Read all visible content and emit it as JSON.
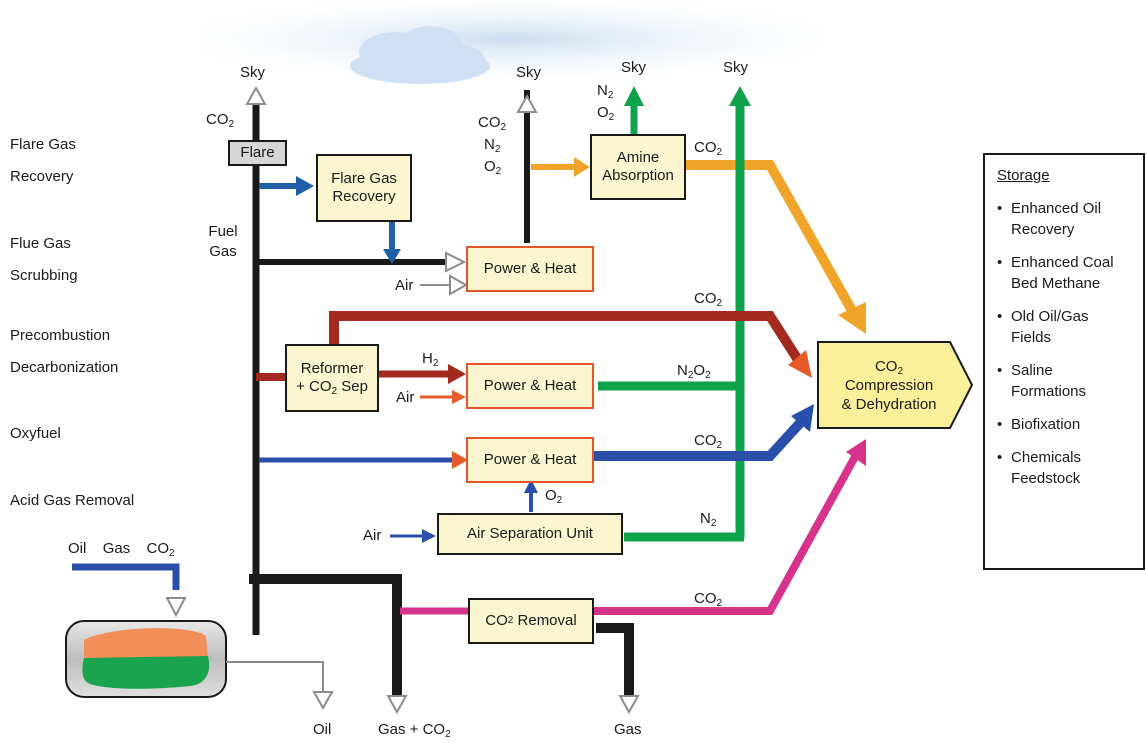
{
  "categories": [
    "Flare Gas Recovery",
    "Flue Gas Scrubbing",
    "Precombustion Decarbonization",
    "Oxyfuel",
    "Acid Gas Removal"
  ],
  "category_lines": [
    [
      "Flare Gas",
      "Recovery"
    ],
    [
      "Flue Gas",
      "Scrubbing"
    ],
    [
      "Precombustion",
      "Decarbonization"
    ],
    [
      "Oxyfuel"
    ],
    [
      "Acid Gas Removal"
    ]
  ],
  "sky": {
    "label": "Sky"
  },
  "flare": {
    "box": "Flare",
    "co2": "CO",
    "sub2": "2"
  },
  "fuel_gas": "Fuel Gas",
  "flare_gas_recovery_box": "Flare Gas Recovery",
  "power_heat": "Power & Heat",
  "air": "Air",
  "exhaust": {
    "co2": "CO",
    "n2": "N",
    "o2": "O",
    "sub2": "2"
  },
  "amine_box": "Amine Absorption",
  "amine_out": {
    "n2": "N",
    "o2": "O",
    "co2": "CO",
    "sub2": "2"
  },
  "reformer": {
    "line1": "Reformer",
    "line2": "+ CO",
    "line2b": "Sep"
  },
  "h2": "H",
  "n2o2_line": {
    "n": "N",
    "o": "O"
  },
  "asu_box": "Air Separation Unit",
  "o2_label": "O",
  "n2_label": "N",
  "co2_label": "CO",
  "compress": {
    "line1": "CO",
    "line2": "Compression",
    "line3": "& Dehydration"
  },
  "co2_removal": {
    "co": "CO",
    "rest": "Removal"
  },
  "well": {
    "oil": "Oil",
    "gas": "Gas",
    "co2": "CO"
  },
  "outlets": {
    "oil": "Oil",
    "gas_co2": "Gas + CO",
    "gas": "Gas"
  },
  "storage": {
    "title": "Storage",
    "items": [
      "Enhanced Oil Recovery",
      "Enhanced Coal Bed Methane",
      "Old Oil/Gas Fields",
      "Saline Formations",
      "Biofixation",
      "Chemicals Feedstock"
    ],
    "item_lines": [
      [
        "Enhanced Oil",
        "Recovery"
      ],
      [
        "Enhanced Coal",
        "Bed Methane"
      ],
      [
        "Old Oil/Gas",
        "Fields"
      ],
      [
        "Saline",
        "Formations"
      ],
      [
        "Biofixation"
      ],
      [
        "Chemicals",
        "Feedstock"
      ]
    ],
    "bullet": "•"
  },
  "colors": {
    "black": "#1a1a1a",
    "blue": "#2a4faa",
    "dark_blue": "#1f5fa8",
    "green": "#10a24a",
    "orange": "#f0a52a",
    "red_brown": "#a32a1f",
    "red_orange": "#e85a2a",
    "magenta": "#d6338d",
    "grey": "#8c8c8c",
    "box_fill": "#fbf6cf",
    "compress_fill": "#fbf09a"
  }
}
